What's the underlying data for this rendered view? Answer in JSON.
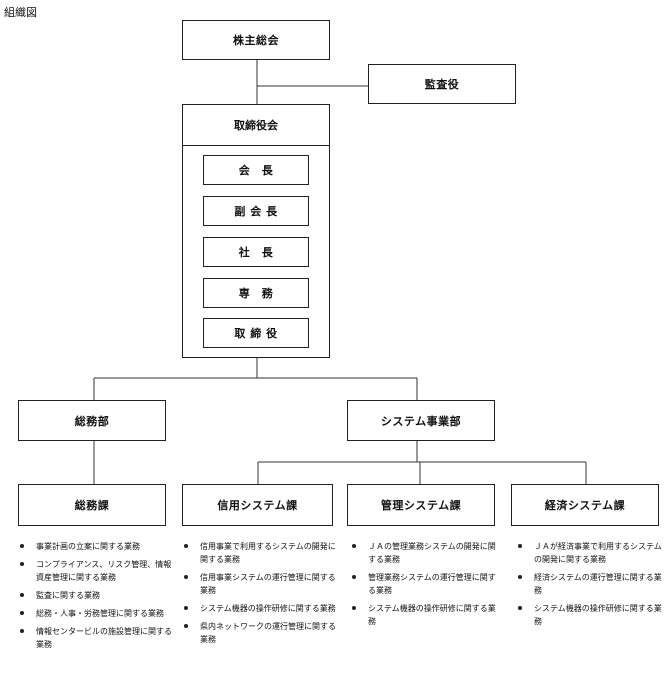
{
  "title": "組織図",
  "shareholders": "株主総会",
  "auditor": "監査役",
  "board": {
    "title": "取締役会",
    "roles": [
      "会　長",
      "副 会 長",
      "社　長",
      "専　務",
      "取 締 役"
    ]
  },
  "departments": {
    "general": "総務部",
    "systems": "システム事業部"
  },
  "sections": [
    {
      "name": "総務課",
      "duties": [
        "事業計画の立案に関する業務",
        "コンプライアンス、リスク管理、情報資産管理に関する業務",
        "監査に関する業務",
        "総務・人事・労務管理に関する業務",
        "情報センタービルの施設管理に関する業務"
      ]
    },
    {
      "name": "信用システム課",
      "duties": [
        "信用事業で利用するシステムの開発に関する業務",
        "信用事業システムの運行管理に関する業務",
        "システム機器の操作研修に関する業務",
        "県内ネットワークの運行管理に関する業務"
      ]
    },
    {
      "name": "管理システム課",
      "duties": [
        "ＪＡの管理業務システムの開発に関する業務",
        "管理業務システムの運行管理に関する業務",
        "システム機器の操作研修に関する業務"
      ]
    },
    {
      "name": "経済システム課",
      "duties": [
        "ＪＡが経済事業で利用するシステムの開発に関する業務",
        "経済システムの運行管理に関する業務",
        "システム機器の操作研修に関する業務"
      ]
    }
  ]
}
